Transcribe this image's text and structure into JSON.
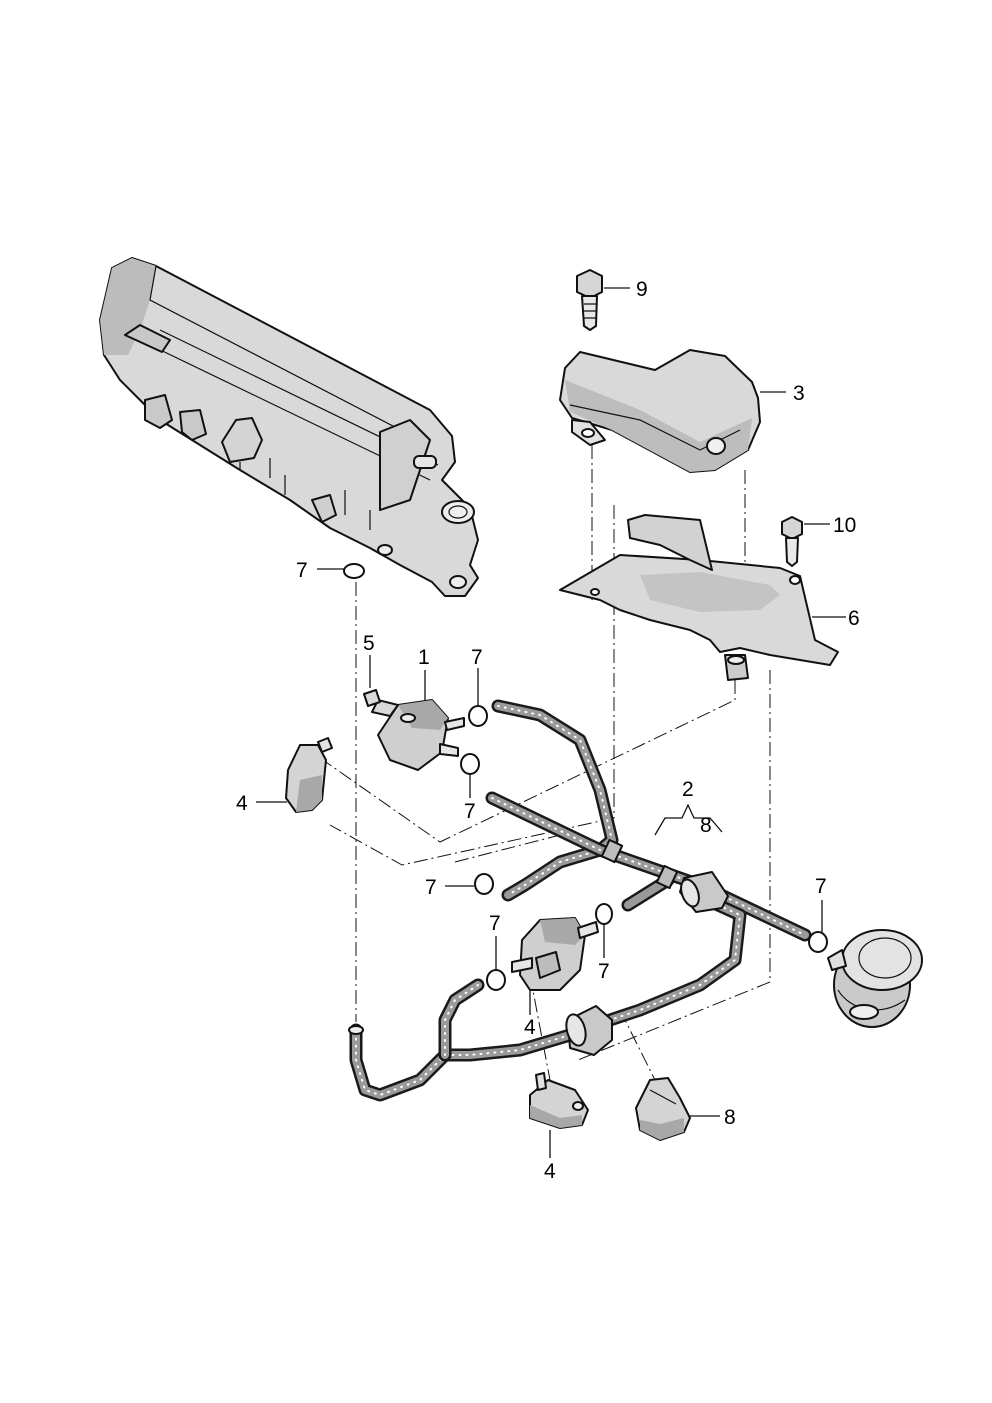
{
  "callouts": {
    "c1": "1",
    "c2": "2",
    "c3": "3",
    "c4a": "4",
    "c4b": "4",
    "c4c": "4",
    "c5": "5",
    "c6": "6",
    "c7a": "7",
    "c7b": "7",
    "c7c": "7",
    "c7d": "7",
    "c7e": "7",
    "c7f": "7",
    "c7g": "7",
    "c8a": "8",
    "c8b": "8",
    "c9": "9",
    "c10": "10"
  },
  "colors": {
    "part_fill": "#d9d9d9",
    "part_shade": "#a8a8a8",
    "line": "#111111"
  }
}
